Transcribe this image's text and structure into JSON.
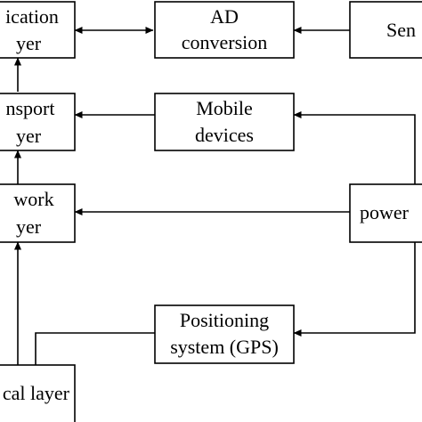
{
  "diagram": {
    "nodes": {
      "application_layer": [
        "ication",
        "yer"
      ],
      "ad_conversion": [
        "AD",
        "conversion"
      ],
      "sensors": [
        "Sen"
      ],
      "transport_layer": [
        "nsport",
        "yer"
      ],
      "mobile_devices": [
        "Mobile",
        "devices"
      ],
      "network_layer": [
        "work",
        "yer"
      ],
      "power": [
        "power"
      ],
      "positioning_system": [
        "Positioning",
        "system (GPS)"
      ],
      "physical_layer": [
        "cal layer"
      ]
    }
  }
}
